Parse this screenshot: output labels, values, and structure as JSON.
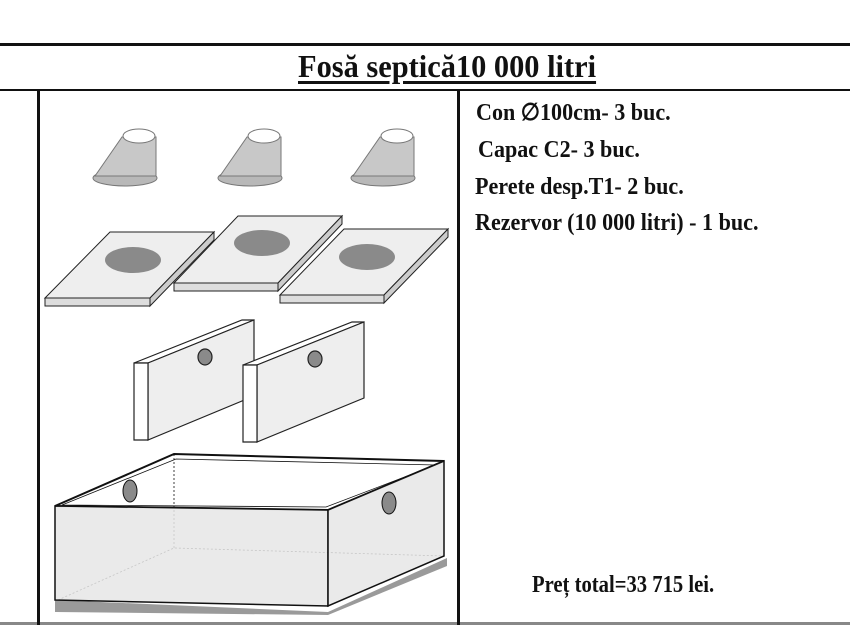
{
  "title": "Fosă septică10 000 litri",
  "items": [
    {
      "label": "Con  ∅100cm- 3 buc."
    },
    {
      "label": "Capac C2- 3 buc."
    },
    {
      "label": "Perete desp.T1- 2 buc."
    },
    {
      "label": "Rezervor (10 000 litri) - 1 buc."
    }
  ],
  "total": "Preț total=33 715 lei.",
  "colors": {
    "line": "#111111",
    "part_fill": "#e6e6e6",
    "hole": "#8a8a8a",
    "base": "#9a9a9a"
  }
}
